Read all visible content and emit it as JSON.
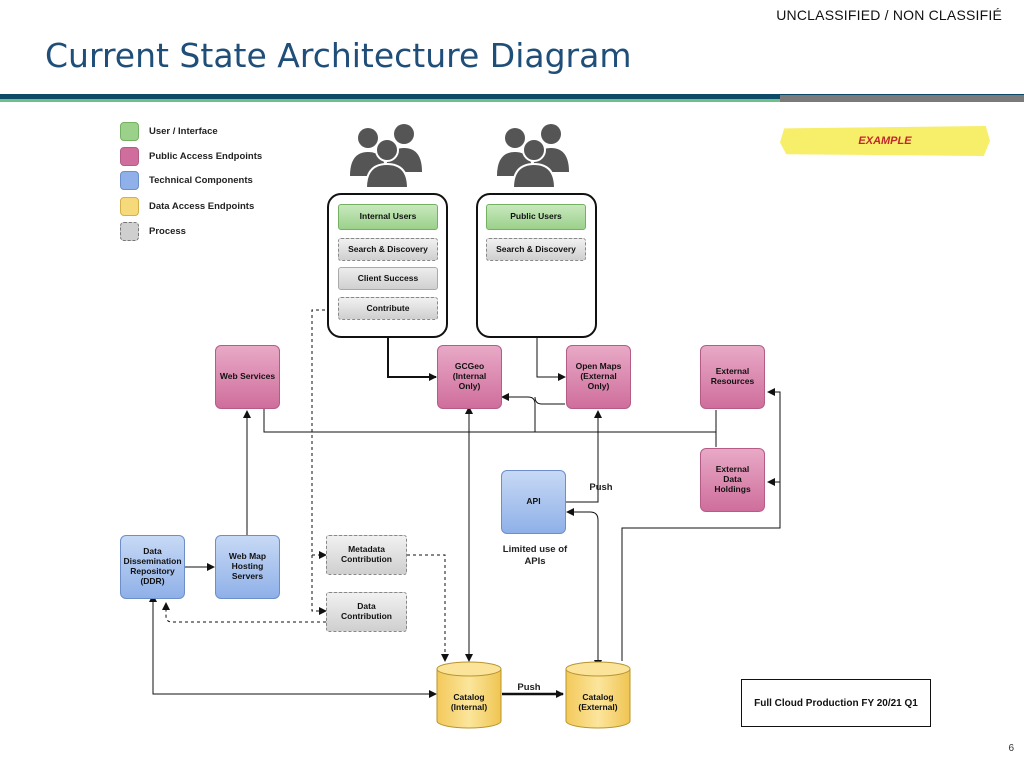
{
  "header": {
    "classification": "UNCLASSIFIED / NON CLASSIFIÉ",
    "title": "Current State Architecture Diagram"
  },
  "legend": [
    {
      "label": "User / Interface",
      "color": "#9bd18b"
    },
    {
      "label": "Public Access Endpoints",
      "color": "#cf6e9c"
    },
    {
      "label": "Technical Components",
      "color": "#8fb0e8"
    },
    {
      "label": "Data Access Endpoints",
      "color": "#f6d97a"
    },
    {
      "label": "Process",
      "color": "#cfcfcf"
    }
  ],
  "example_tag": "EXAMPLE",
  "internal_group": {
    "users": "Internal Users",
    "search": "Search & Discovery",
    "client": "Client Success",
    "contribute": "Contribute"
  },
  "public_group": {
    "users": "Public Users",
    "search": "Search & Discovery"
  },
  "nodes": {
    "web_services": "Web Services",
    "gcgeo": "GCGeo (Internal Only)",
    "open_maps": "Open Maps (External Only)",
    "external_resources": "External Resources",
    "external_data_holdings": "External Data Holdings",
    "api": "API",
    "ddr": "Data Dissemination Repository (DDR)",
    "web_map_hosting": "Web Map Hosting Servers",
    "metadata_contribution": "Metadata Contribution",
    "data_contribution": "Data Contribution",
    "catalog_internal": "Catalog (Internal)",
    "catalog_external": "Catalog (External)"
  },
  "labels": {
    "push_api": "Push",
    "limited_api": "Limited use of APIs",
    "push_catalog": "Push"
  },
  "full_cloud": "Full Cloud Production FY 20/21 Q1",
  "page_number": "6"
}
